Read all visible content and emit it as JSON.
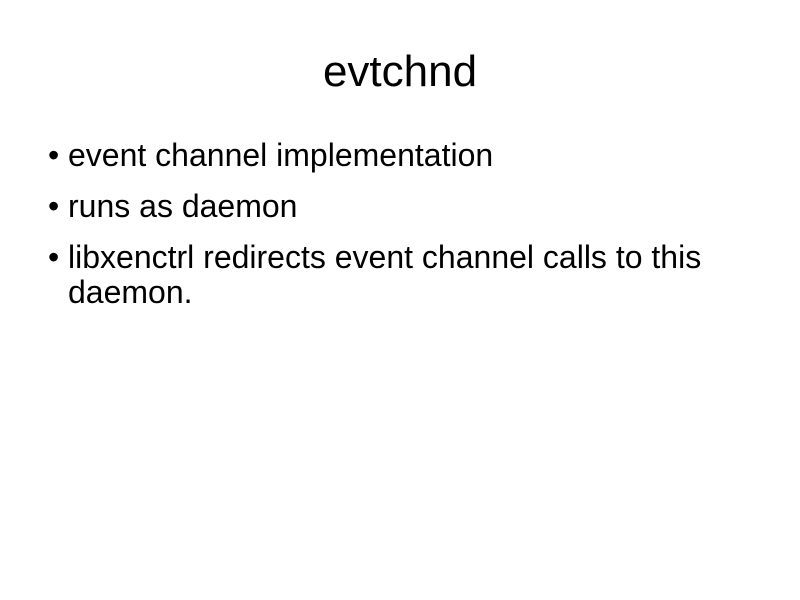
{
  "slide": {
    "title": "evtchnd",
    "bullets": [
      {
        "glyph": "•",
        "text": "event channel implementation"
      },
      {
        "glyph": "•",
        "text": "runs as daemon"
      },
      {
        "glyph": "•",
        "text": "libxenctrl redirects event channel calls to this daemon."
      }
    ],
    "colors": {
      "background": "#ffffff",
      "text": "#000000"
    }
  }
}
